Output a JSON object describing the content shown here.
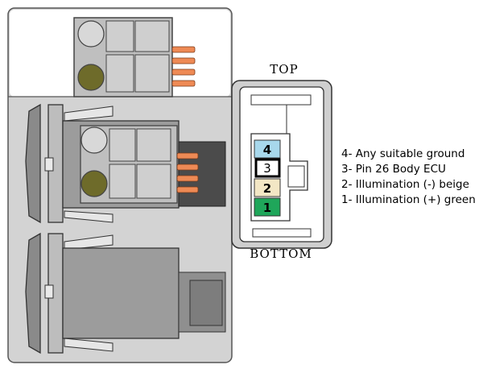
{
  "connector": {
    "top_label": "TOP",
    "bottom_label": "BOTTOM",
    "pins": [
      {
        "number": "4",
        "color": "#a7d8ec"
      },
      {
        "number": "3",
        "color": "#ffffff"
      },
      {
        "number": "2",
        "color": "#f3e7c5"
      },
      {
        "number": "1",
        "color": "#1fa65a"
      }
    ]
  },
  "legend": [
    {
      "text": "4- Any suitable ground"
    },
    {
      "text": "3- Pin 26 Body ECU"
    },
    {
      "text": "2- Illumination (-) beige"
    },
    {
      "text": "1- Illumination (+) green"
    }
  ],
  "colors": {
    "panel": "#d5d5d5",
    "outline": "#444444",
    "led": "#6e6b2a",
    "pin_tabs": "#ee8a55"
  }
}
